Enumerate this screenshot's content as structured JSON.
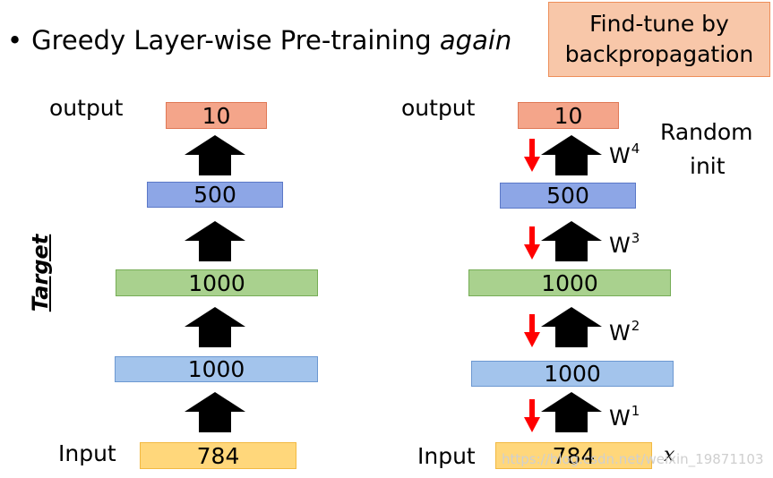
{
  "title": {
    "bullet": "•",
    "main": "Greedy Layer-wise Pre-training ",
    "emph": "again"
  },
  "callout": {
    "line1": "Find-tune by",
    "line2": "backpropagation"
  },
  "left": {
    "output_label": "output",
    "input_label": "Input",
    "side_label": "Target",
    "layers": [
      "10",
      "500",
      "1000",
      "1000",
      "784"
    ]
  },
  "right": {
    "output_label": "output",
    "input_label": "Input",
    "random_init": {
      "line1": "Random",
      "line2": "init"
    },
    "layers": [
      "10",
      "500",
      "1000",
      "1000",
      "784"
    ],
    "weights": [
      {
        "base": "W",
        "sup": "4"
      },
      {
        "base": "W",
        "sup": "3"
      },
      {
        "base": "W",
        "sup": "2"
      },
      {
        "base": "W",
        "sup": "1"
      }
    ],
    "input_var": "x"
  },
  "watermark": "https://blog.csdn.net/weixin_19871103",
  "colors": {
    "up_arrow": "#000000",
    "down_arrow": "#ff0000",
    "orange_layer": "#f4a58a",
    "navy_layer": "#8da6e6",
    "green_layer": "#a9d18e",
    "blue_layer": "#a3c4ec",
    "yellow_layer": "#ffd77b",
    "callout_fill": "#f8c7a9"
  }
}
